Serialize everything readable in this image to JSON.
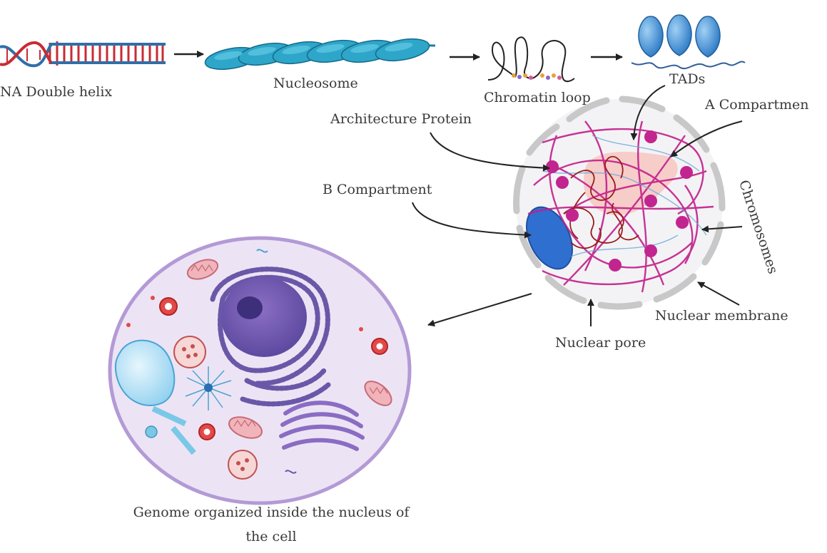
{
  "labels": {
    "dna": "NA Double helix",
    "nucleosome": "Nucleosome",
    "chromatin_loop": "Chromatin loop",
    "tads": "TADs",
    "architecture_protein": "Architecture Protein",
    "a_compartment": "A Compartmen",
    "b_compartment": "B Compartment",
    "chromosomes": "Chromosomes",
    "nuclear_membrane": "Nuclear membrane",
    "nuclear_pore": "Nuclear pore",
    "caption_line1": "Genome organized inside the nucleus of",
    "caption_line2": "the cell"
  },
  "colors": {
    "dna_red": "#d9363e",
    "dna_blue": "#2f6fa8",
    "nucleosome": "#2ea6c9",
    "tad": "#3a8fd6",
    "chromatin_pink": "#c21f8a",
    "b_compartment": "#2f6fcf",
    "a_compartment": "#f6c9c4",
    "cell_fill": "#ece4f4",
    "cell_border": "#b39ad6",
    "nucleus_dark": "#6a57a8",
    "membrane_gray": "#c8c8c8"
  }
}
